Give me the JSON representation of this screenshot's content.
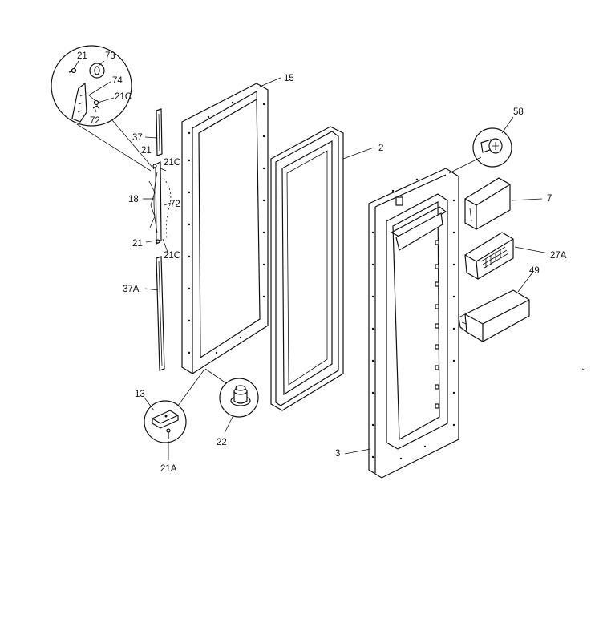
{
  "diagram": {
    "callouts": [
      {
        "id": "c21a",
        "text": "21"
      },
      {
        "id": "c73",
        "text": "73"
      },
      {
        "id": "c74",
        "text": "74"
      },
      {
        "id": "c21c_top",
        "text": "21C"
      },
      {
        "id": "c72_top",
        "text": "72"
      },
      {
        "id": "c15",
        "text": "15"
      },
      {
        "id": "c37",
        "text": "37"
      },
      {
        "id": "c21b",
        "text": "21"
      },
      {
        "id": "c21c_mid",
        "text": "21C"
      },
      {
        "id": "c18",
        "text": "18"
      },
      {
        "id": "c72_mid",
        "text": "72"
      },
      {
        "id": "c21d",
        "text": "21"
      },
      {
        "id": "c21c_low",
        "text": "21C"
      },
      {
        "id": "c37a",
        "text": "37A"
      },
      {
        "id": "c2",
        "text": "2"
      },
      {
        "id": "c58",
        "text": "58"
      },
      {
        "id": "c7",
        "text": "7"
      },
      {
        "id": "c27a",
        "text": "27A"
      },
      {
        "id": "c49",
        "text": "49"
      },
      {
        "id": "c13",
        "text": "13"
      },
      {
        "id": "c22",
        "text": "22"
      },
      {
        "id": "c21a_bottom",
        "text": "21A"
      },
      {
        "id": "c3",
        "text": "3"
      }
    ]
  }
}
